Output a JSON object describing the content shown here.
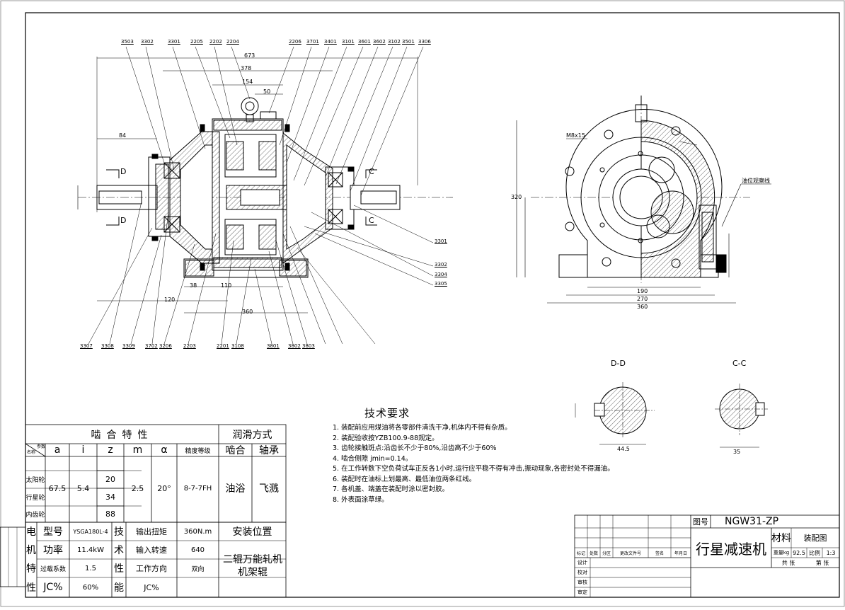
{
  "views": {
    "section_dd": "D-D",
    "section_cc": "C-C"
  },
  "tech_requirements": {
    "title": "技术要求",
    "lines": [
      "1. 装配前应用煤油将各零部件清洗干净,机体内不得有杂质。",
      "2. 装配验收按YZB100.9-88规定。",
      "3. 齿轮接触斑点:沿齿长不少于80%,沿齿高不少于60%",
      "4. 啮合侧隙 jmin=0.14。",
      "5. 在工作转数下空负荷试车正反各1小时,运行应平稳不得有冲击,振动现象,各密封处不得漏油。",
      "6. 装配时在油标上划最高、最低油位两条红线。",
      "7. 各机盖、端盖在装配时涂以密封胶。",
      "8. 外表面涂草绿。"
    ]
  },
  "mesh_table": {
    "title": "啮合特性",
    "lube_title": "润滑方式",
    "corner_top": "参数",
    "corner_bottom": "名称",
    "headers": [
      "a",
      "i",
      "z",
      "m",
      "α",
      "精度等级",
      "啮合",
      "轴承"
    ],
    "rows": [
      "太阳轮",
      "行星轮",
      "内齿轮"
    ],
    "a": "67.5",
    "i": "5.4",
    "z": [
      "20",
      "34",
      "88"
    ],
    "m": "2.5",
    "alpha": "20°",
    "precision": "8-7-7FH",
    "mesh_lube": "油浴",
    "bearing_lube": "飞溅"
  },
  "motor_table": {
    "left_vertical": [
      "电",
      "机",
      "特",
      "性"
    ],
    "rows": [
      {
        "label": "型号",
        "value": "YSGA180L-4"
      },
      {
        "label": "功率",
        "value": "11.4kW"
      },
      {
        "label": "过载系数",
        "value": "1.5"
      },
      {
        "label": "JC%",
        "value": "60%"
      }
    ],
    "tech_vertical": [
      "技",
      "术",
      "性",
      "能"
    ],
    "tech_rows": [
      {
        "label": "输出扭矩",
        "value": "360N.m"
      },
      {
        "label": "输入转速",
        "value": "640"
      },
      {
        "label": "工作方向",
        "value": "双向"
      },
      {
        "label": "JC%",
        "value": ""
      }
    ],
    "install_title": "安装位置",
    "install_value": "二辊万能轧机机架辊"
  },
  "title_block": {
    "drawing_no_label": "图号",
    "drawing_no": "NGW31-ZP",
    "name": "行星减速机",
    "material_label": "材料",
    "material_value": "装配图",
    "weight_label": "重量kg",
    "weight": "92.5",
    "scale_label": "比例",
    "scale": "1:3",
    "sheets_total": "共 张",
    "sheet_no": "第 张",
    "rev_headers": [
      "标记",
      "处数",
      "分区",
      "更改文件号",
      "签名",
      "年月日"
    ],
    "roles": [
      "设计",
      "校对",
      "审核",
      "审定"
    ]
  },
  "part_labels": [
    "3503",
    "3302",
    "3301",
    "2205",
    "2202",
    "2204",
    "2206",
    "3701",
    "3401",
    "3101",
    "3601",
    "3602",
    "3102",
    "3501",
    "3306",
    "3301",
    "3302",
    "3304",
    "3305",
    "3307",
    "3308",
    "3309",
    "3702",
    "3206",
    "2203",
    "2201",
    "3108",
    "3801",
    "3802",
    "3803"
  ],
  "dimensions": {
    "overall_length": "673",
    "span": "378",
    "d1": "50",
    "d2": "154",
    "d3": "84",
    "left_len": "120",
    "mid1": "38",
    "mid2": "110",
    "base_len": "360",
    "front_width": "360",
    "front_w2": "270",
    "front_w3": "190",
    "front_h": "320",
    "side_note_1": "油位观察线",
    "side_note_2": "M8x15",
    "dd_dim": "44.5",
    "cc_dim": "35"
  }
}
